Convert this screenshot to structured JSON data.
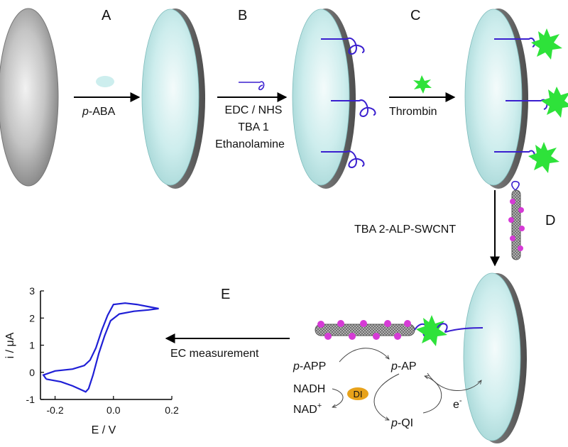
{
  "steps": {
    "a": "A",
    "b": "B",
    "c": "C",
    "d": "D",
    "e": "E"
  },
  "reagents": {
    "aba_prefix": "p",
    "aba_rest": "-ABA",
    "b_line1": "EDC / NHS",
    "b_line2": "TBA 1",
    "b_line3": "Ethanolamine",
    "thrombin": "Thrombin",
    "d_label": "TBA 2-ALP-SWCNT",
    "e_label": "EC measurement"
  },
  "reaction": {
    "p": "p",
    "papp_rest": "-APP",
    "pap_rest": "-AP",
    "pqi_rest": "-QI",
    "nadh": "NADH",
    "nad": "NAD",
    "nad_sup": "+",
    "di": "DI",
    "electron": "e",
    "electron_sup": "-"
  },
  "chart_data": {
    "type": "line",
    "xlabel": "E / V",
    "ylabel": "i / μA",
    "xlim": [
      -0.25,
      0.2
    ],
    "ylim": [
      -1,
      3
    ],
    "xticks": [
      "-0.2",
      "0.0",
      "0.2"
    ],
    "yticks": [
      "-1",
      "0",
      "1",
      "2",
      "3"
    ],
    "series": [
      {
        "color": "#1f1fd6",
        "points": [
          [
            -0.23,
            -0.25
          ],
          [
            -0.18,
            -0.35
          ],
          [
            -0.14,
            -0.5
          ],
          [
            -0.115,
            -0.62
          ],
          [
            -0.095,
            -0.72
          ],
          [
            -0.085,
            -0.6
          ],
          [
            -0.07,
            -0.1
          ],
          [
            -0.05,
            0.7
          ],
          [
            -0.03,
            1.35
          ],
          [
            -0.01,
            1.9
          ],
          [
            0.02,
            2.15
          ],
          [
            0.07,
            2.25
          ],
          [
            0.12,
            2.3
          ],
          [
            0.155,
            2.35
          ],
          [
            0.13,
            2.4
          ],
          [
            0.08,
            2.5
          ],
          [
            0.04,
            2.55
          ],
          [
            0.0,
            2.5
          ],
          [
            -0.02,
            2.1
          ],
          [
            -0.04,
            1.55
          ],
          [
            -0.06,
            0.9
          ],
          [
            -0.08,
            0.45
          ],
          [
            -0.1,
            0.25
          ],
          [
            -0.14,
            0.12
          ],
          [
            -0.2,
            0.05
          ],
          [
            -0.24,
            -0.1
          ],
          [
            -0.23,
            -0.25
          ]
        ]
      }
    ]
  },
  "colors": {
    "electrode_face": "#c8ecec",
    "electrode_rim": "#6e6e6e",
    "aptamer": "#3a1fcf",
    "thrombin": "#2ee23a",
    "alp": "#d63ad6",
    "cv_line": "#1f1fd6",
    "di_badge": "#e8a21a"
  }
}
